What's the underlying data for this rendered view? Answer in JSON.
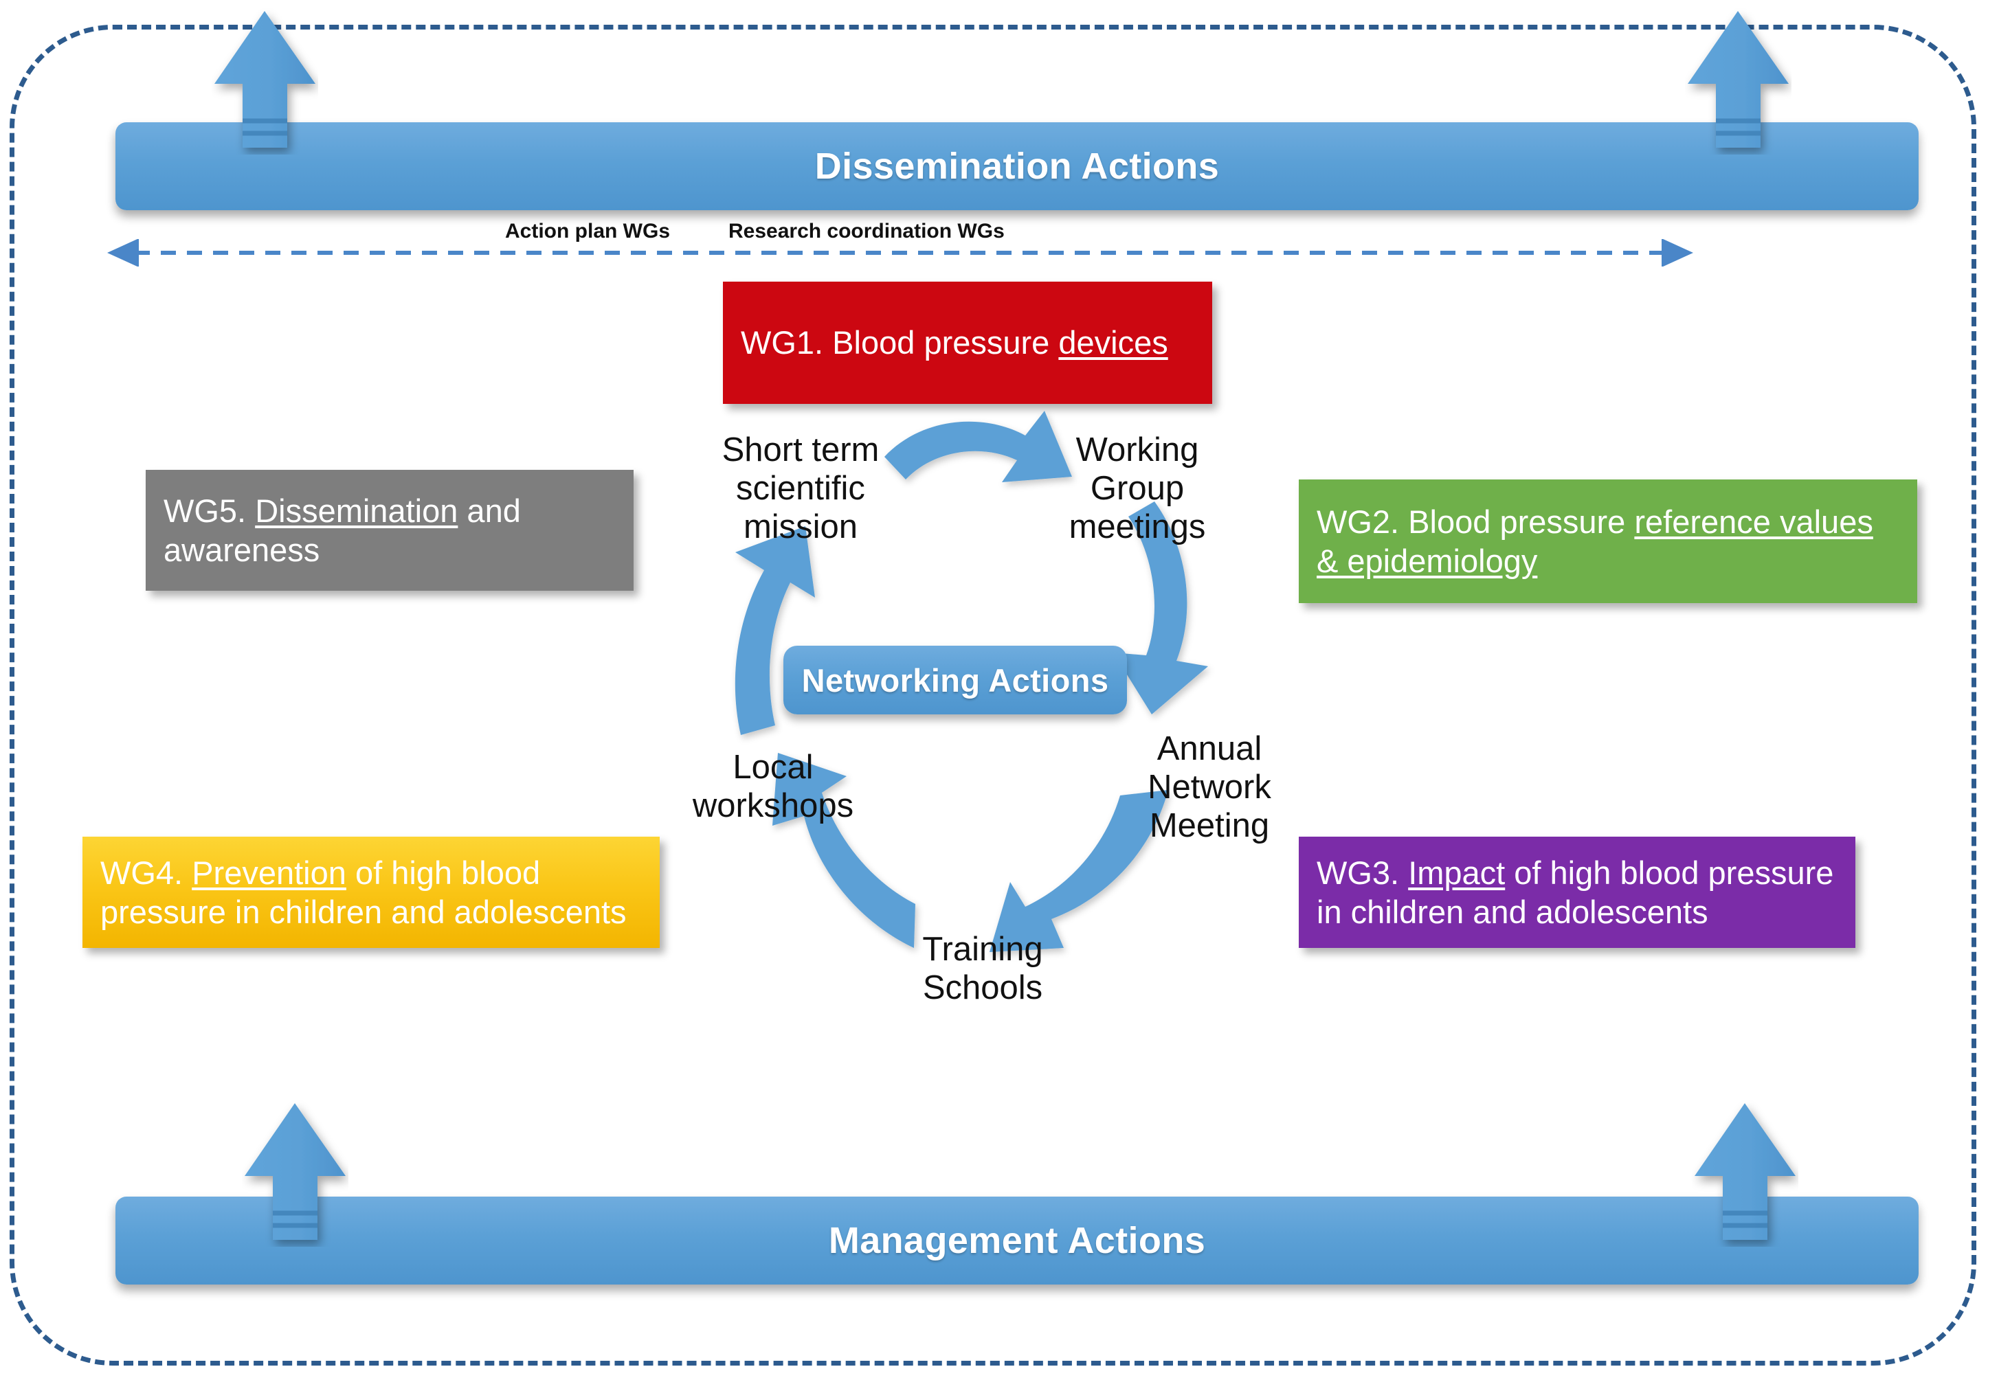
{
  "diagram": {
    "title": "COST Action network structure diagram",
    "outer_frame": {
      "style": "dashed-rounded-rectangle",
      "color": "#2D5B8E"
    }
  },
  "banners": {
    "top": {
      "label": "Dissemination Actions",
      "color": "#5BA0D6"
    },
    "bottom": {
      "label": "Management Actions",
      "color": "#5BA0D6"
    }
  },
  "arrows": {
    "up_arrow_icon": "fat-up-arrow",
    "color": "#5BA0D6",
    "positions": [
      "top-left",
      "top-right",
      "bottom-left",
      "bottom-right"
    ]
  },
  "axis": {
    "left_label": "Action plan WGs",
    "right_label": "Research coordination WGs",
    "style": "double-headed-dashed-arrow",
    "color": "#4A86C8"
  },
  "working_groups": [
    {
      "id": "wg1",
      "prefix": "WG1. Blood pressure ",
      "emphasis": "devices",
      "suffix": "",
      "color": "#CC0711"
    },
    {
      "id": "wg2",
      "prefix": "WG2. Blood pressure ",
      "emphasis": "reference values & epidemiology",
      "suffix": "",
      "color": "#6FB04A"
    },
    {
      "id": "wg3",
      "prefix": "WG3. ",
      "emphasis": "Impact",
      "suffix": " of high blood pressure in children and adolescents",
      "color": "#7B2CA8"
    },
    {
      "id": "wg4",
      "prefix": "WG4. ",
      "emphasis": "Prevention",
      "suffix": " of high blood pressure in children and adolescents",
      "color": "#FAC617"
    },
    {
      "id": "wg5",
      "prefix": "WG5. ",
      "emphasis": "Dissemination",
      "suffix": " and awareness",
      "color": "#7E7E7E"
    }
  ],
  "cycle": {
    "center_label": "Networking Actions",
    "center_color": "#5BA0D6",
    "arrow_color": "#5BA0D6",
    "direction": "clockwise",
    "steps": [
      {
        "id": "short-term-scientific-mission",
        "label": "Short term\nscientific\nmission"
      },
      {
        "id": "working-group-meetings",
        "label": "Working\nGroup\nmeetings"
      },
      {
        "id": "annual-network-meeting",
        "label": "Annual\nNetwork\nMeeting"
      },
      {
        "id": "training-schools",
        "label": "Training\nSchools"
      },
      {
        "id": "local-workshops",
        "label": "Local\nworkshops"
      }
    ]
  }
}
